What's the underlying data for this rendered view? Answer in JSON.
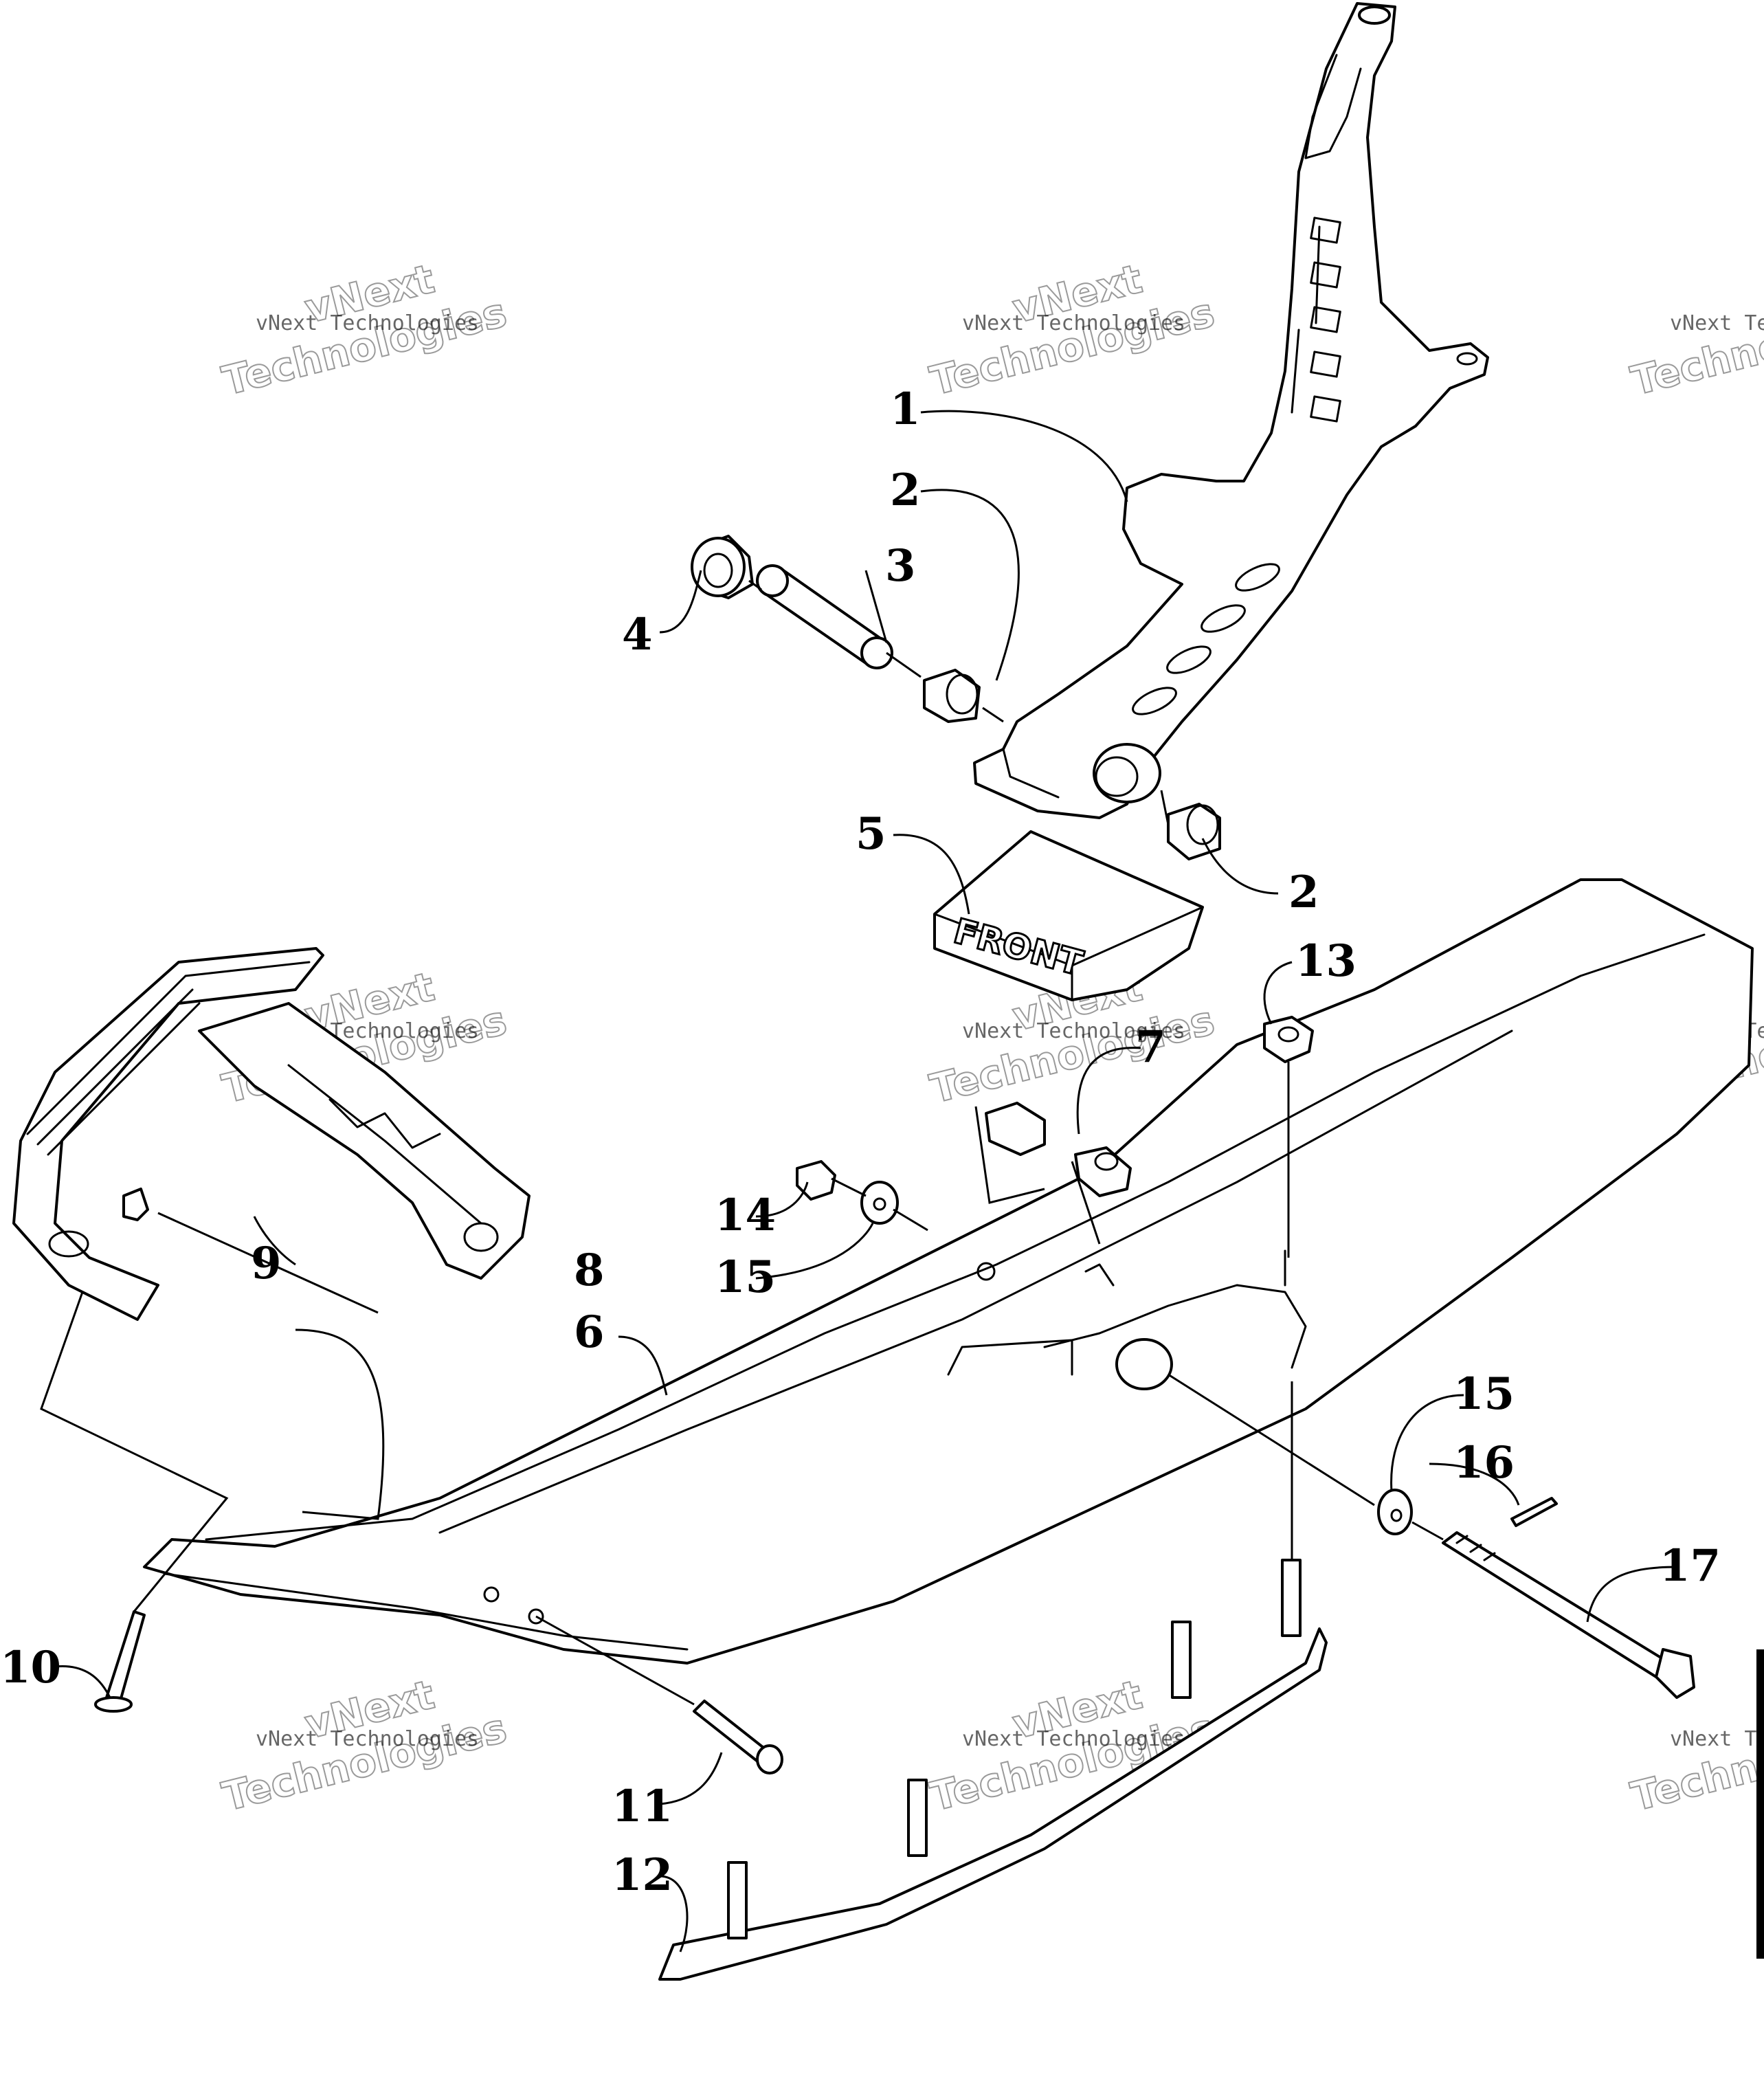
{
  "diagram": {
    "front_label": "FRONT",
    "watermark": {
      "line_small": "vNext Technologies",
      "line_big_top": "vNext",
      "line_big_bottom": "Technologies"
    },
    "callouts": [
      {
        "id": "c1",
        "label": "1"
      },
      {
        "id": "c2a",
        "label": "2"
      },
      {
        "id": "c2b",
        "label": "2"
      },
      {
        "id": "c3",
        "label": "3"
      },
      {
        "id": "c4",
        "label": "4"
      },
      {
        "id": "c5",
        "label": "5"
      },
      {
        "id": "c6",
        "label": "6"
      },
      {
        "id": "c7",
        "label": "7"
      },
      {
        "id": "c8",
        "label": "8"
      },
      {
        "id": "c9",
        "label": "9"
      },
      {
        "id": "c10",
        "label": "10"
      },
      {
        "id": "c11",
        "label": "11"
      },
      {
        "id": "c12",
        "label": "12"
      },
      {
        "id": "c13",
        "label": "13"
      },
      {
        "id": "c14",
        "label": "14"
      },
      {
        "id": "c15a",
        "label": "15"
      },
      {
        "id": "c15b",
        "label": "15"
      },
      {
        "id": "c16",
        "label": "16"
      },
      {
        "id": "c17",
        "label": "17"
      }
    ]
  }
}
